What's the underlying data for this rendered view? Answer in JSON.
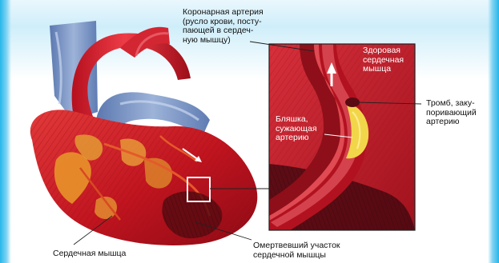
{
  "labels": {
    "coronary_artery": "Коронарная артерия\n(русло крови, посту-\nпающей в сердеч-\nную мышцу)",
    "healthy_muscle": "Здоровая\nсердечная\nмышца",
    "thrombus": "Тромб, заку-\nпоривающий\nартерию",
    "plaque": "Бляшка,\nсужающая\nартерию",
    "dead_area": "Омертвевший участок\nсердечной мышцы",
    "heart_muscle": "Сердечная мышца"
  },
  "colors": {
    "muscle_red": "#c8202c",
    "dark_red": "#7a0f18",
    "vessel_blue": "#8aa4cc",
    "plaque_yellow": "#f2d64a",
    "frame_blue": "#27b6ea"
  }
}
